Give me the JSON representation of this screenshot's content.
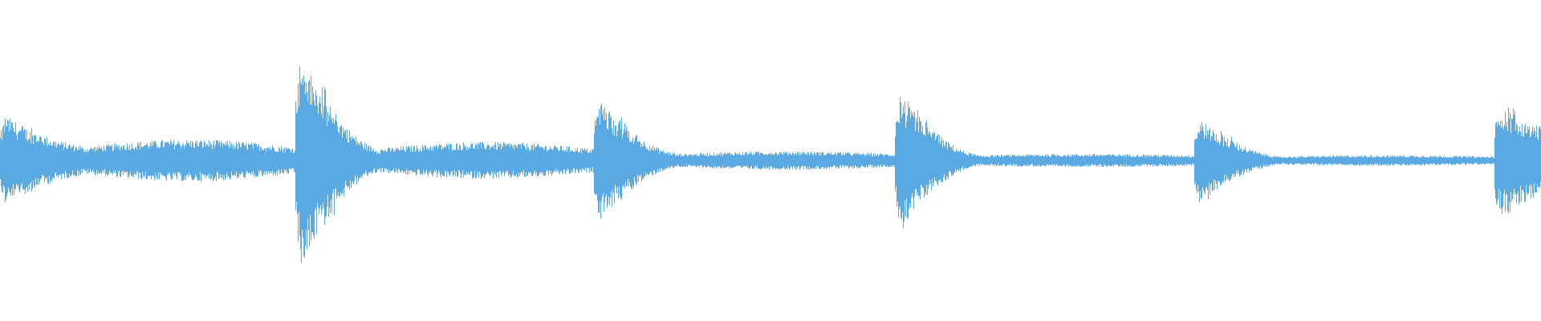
{
  "waveform": {
    "color": "#5aa9e3",
    "background": "#ffffff",
    "segments": [
      {
        "peak": 0.34,
        "decay_to": 0.12,
        "tail": 0.1,
        "tail_swell": 0.06
      },
      {
        "peak": 0.8,
        "decay_to": 0.1,
        "tail": 0.09,
        "tail_swell": 0.05
      },
      {
        "peak": 0.46,
        "decay_to": 0.06,
        "tail": 0.05,
        "tail_swell": 0.02
      },
      {
        "peak": 0.5,
        "decay_to": 0.05,
        "tail": 0.04,
        "tail_swell": 0.01
      },
      {
        "peak": 0.32,
        "decay_to": 0.04,
        "tail": 0.03,
        "tail_swell": 0.01
      },
      {
        "peak": 0.42,
        "decay_to": 0.2,
        "tail": 0.2,
        "tail_swell": 0.0
      }
    ]
  }
}
